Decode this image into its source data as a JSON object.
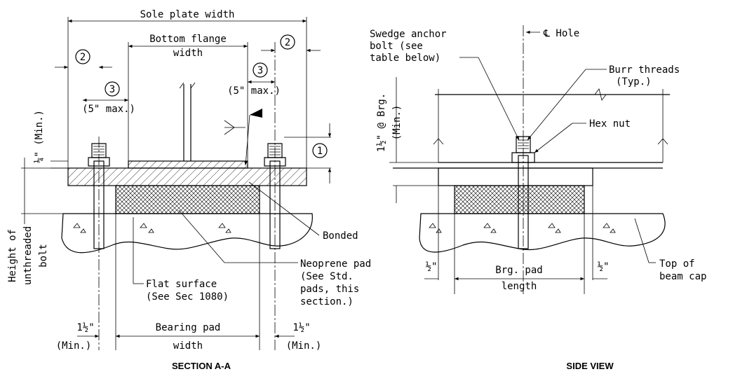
{
  "section_view": {
    "caption": "SECTION A-A",
    "sole_plate_width": "Sole plate width",
    "bottom_flange_1": "Bottom flange",
    "bottom_flange_2": "width",
    "callout_1": "1",
    "callout_2": "2",
    "callout_3": "3",
    "five_max": "(5\" max.)",
    "quarter_min": "¼\" (Min.)",
    "height_label_1": "Height of",
    "height_label_2": "unthreaded",
    "height_label_3": "bolt",
    "bonded": "Bonded",
    "neoprene_1": "Neoprene pad",
    "neoprene_2": "(See Std.",
    "neoprene_3": "pads, this",
    "neoprene_4": "section.)",
    "flat_1": "Flat surface",
    "flat_2": "(See Sec 1080)",
    "one_half": "1½\"",
    "min": "(Min.)",
    "bearing_1": "Bearing pad",
    "bearing_2": "width"
  },
  "side_view": {
    "caption": "SIDE VIEW",
    "swedge_1": "Swedge anchor",
    "swedge_2": "bolt (see",
    "swedge_3": "table below)",
    "cl_hole": "℄ Hole",
    "burr_1": "Burr threads",
    "burr_2": "(Typ.)",
    "hex_nut": "Hex nut",
    "one_half_brg_1": "1½\" @ Brg.",
    "one_half_brg_2": "(Min.)",
    "half_inch": "½\"",
    "brg_pad": "Brg. pad",
    "length": "length",
    "top_of_1": "Top of",
    "top_of_2": "beam cap"
  }
}
